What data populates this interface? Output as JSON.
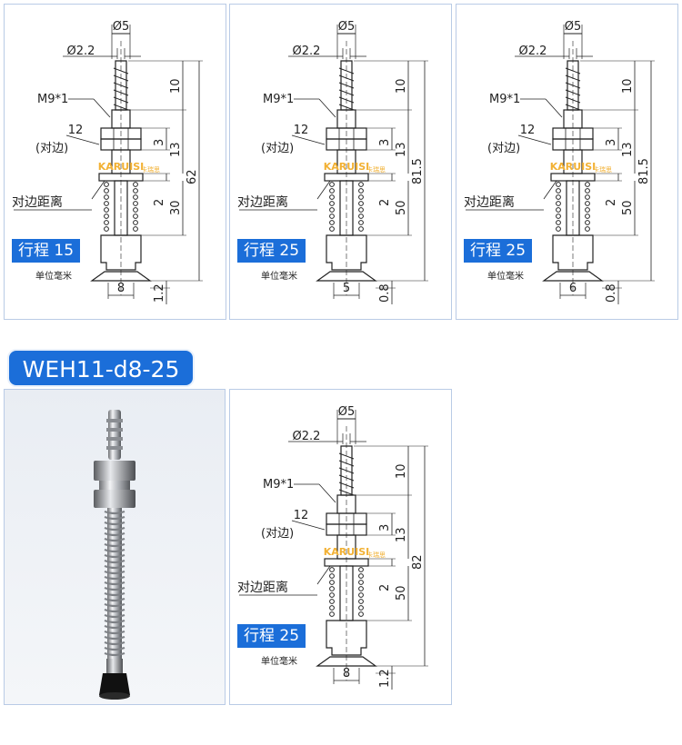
{
  "drawings": [
    {
      "phi_top": "Ø5",
      "phi_barb": "Ø2.2",
      "thread": "M9*1",
      "hex": "12",
      "hex_note": "(对边)",
      "flat_label": "对边距离",
      "d_barb": "10",
      "d_nut": "3",
      "d_body": "13",
      "d_gap": "2",
      "d_stroke_len": "30",
      "d_total": "62",
      "d_bottom": "1.2",
      "d_width": "8",
      "stroke_label": "行程 15",
      "unit_label": "单位毫米",
      "watermark": "KARUISI",
      "watermark_cn": "卡瑞思"
    },
    {
      "phi_top": "Ø5",
      "phi_barb": "Ø2.2",
      "thread": "M9*1",
      "hex": "12",
      "hex_note": "(对边)",
      "flat_label": "对边距离",
      "d_barb": "10",
      "d_nut": "3",
      "d_body": "13",
      "d_gap": "2",
      "d_stroke_len": "50",
      "d_total": "81.5",
      "d_bottom": "0.8",
      "d_width": "5",
      "stroke_label": "行程 25",
      "unit_label": "单位毫米",
      "watermark": "KARUISI",
      "watermark_cn": "卡瑞思"
    },
    {
      "phi_top": "Ø5",
      "phi_barb": "Ø2.2",
      "thread": "M9*1",
      "hex": "12",
      "hex_note": "(对边)",
      "flat_label": "对边距离",
      "d_barb": "10",
      "d_nut": "3",
      "d_body": "13",
      "d_gap": "2",
      "d_stroke_len": "50",
      "d_total": "81.5",
      "d_bottom": "0.8",
      "d_width": "6",
      "stroke_label": "行程 25",
      "unit_label": "单位毫米",
      "watermark": "KARUISI",
      "watermark_cn": "卡瑞思"
    },
    {
      "phi_top": "Ø5",
      "phi_barb": "Ø2.2",
      "thread": "M9*1",
      "hex": "12",
      "hex_note": "(对边)",
      "flat_label": "对边距离",
      "d_barb": "10",
      "d_nut": "3",
      "d_body": "13",
      "d_gap": "2",
      "d_stroke_len": "50",
      "d_total": "82",
      "d_bottom": "1.2",
      "d_width": "8",
      "stroke_label": "行程 25",
      "unit_label": "单位毫米",
      "watermark": "KARUISI",
      "watermark_cn": "卡瑞思"
    }
  ],
  "model_title": "WEH11-d8-25",
  "colors": {
    "accent": "#1b6ed9",
    "panel_border": "#b9cbe6",
    "line": "#222222",
    "watermark": "#f2b134"
  }
}
